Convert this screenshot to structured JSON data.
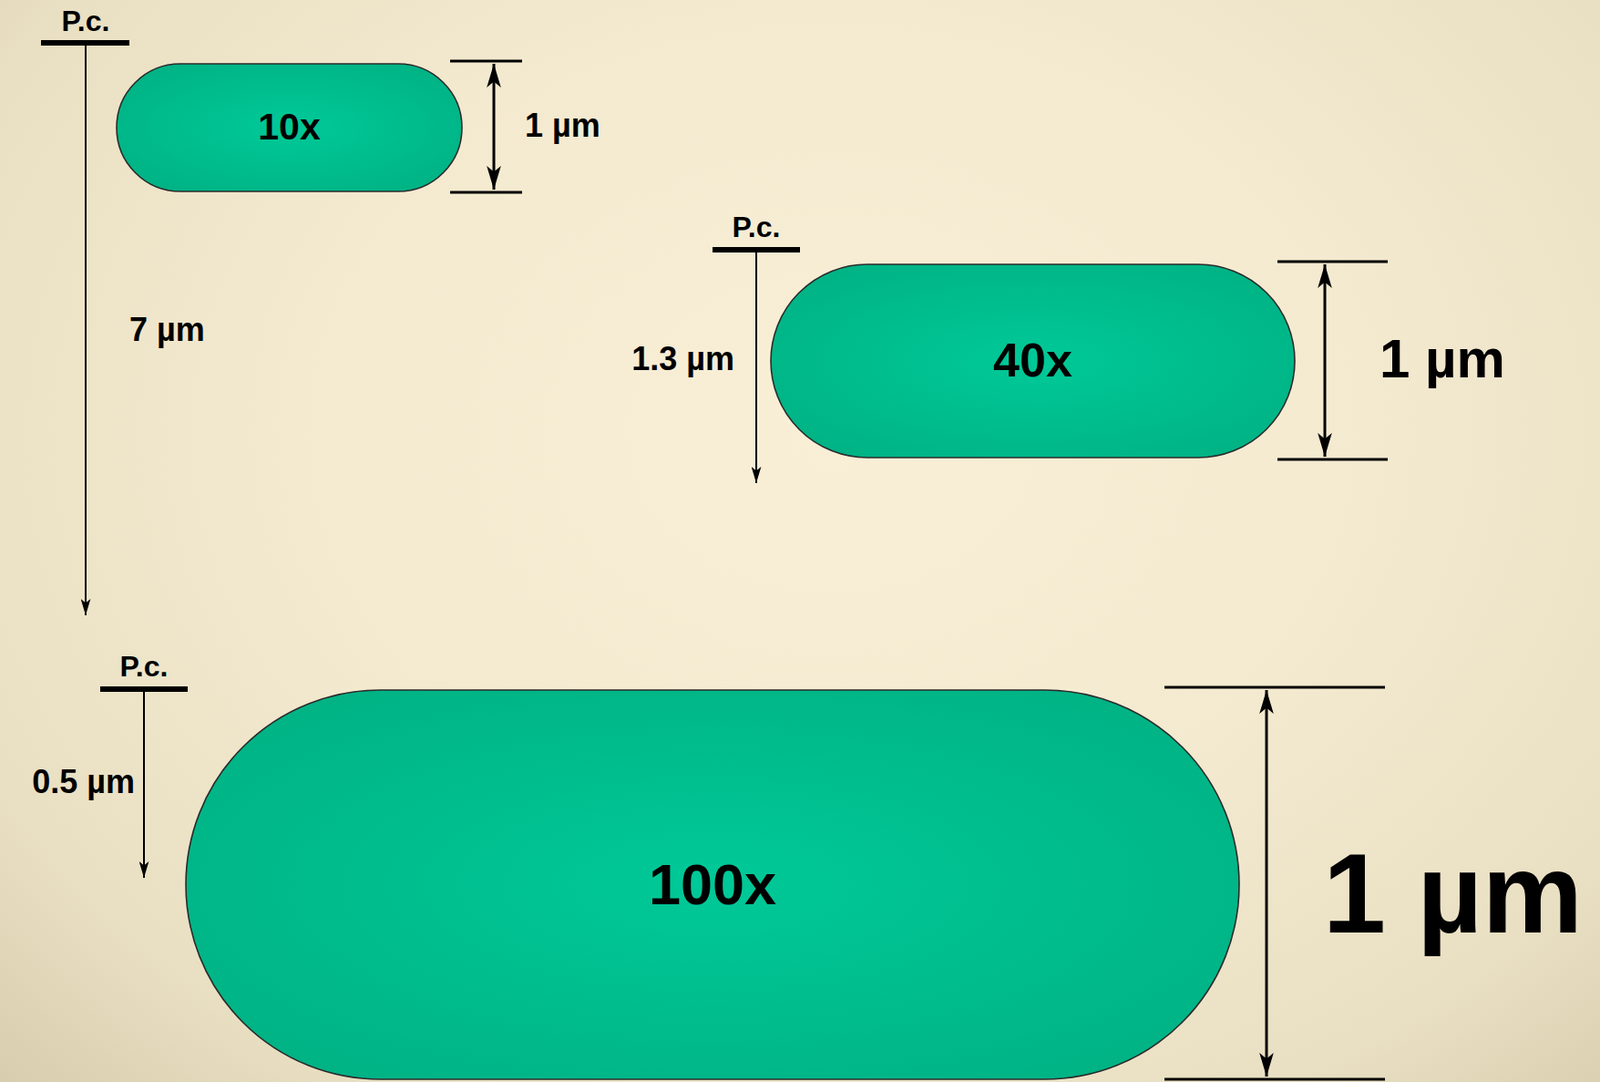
{
  "diagram": {
    "nodes": [
      {
        "text": [
          "10x"
        ]
      },
      {
        "text": [
          "40x"
        ]
      },
      {
        "text": [
          "100x"
        ]
      }
    ],
    "labels": [
      "P.c.",
      "1 µm",
      "7 µm",
      "P.c.",
      "1.3 µm",
      "1 µm",
      "P.c.",
      "0.5 µm",
      "1 µm"
    ]
  }
}
